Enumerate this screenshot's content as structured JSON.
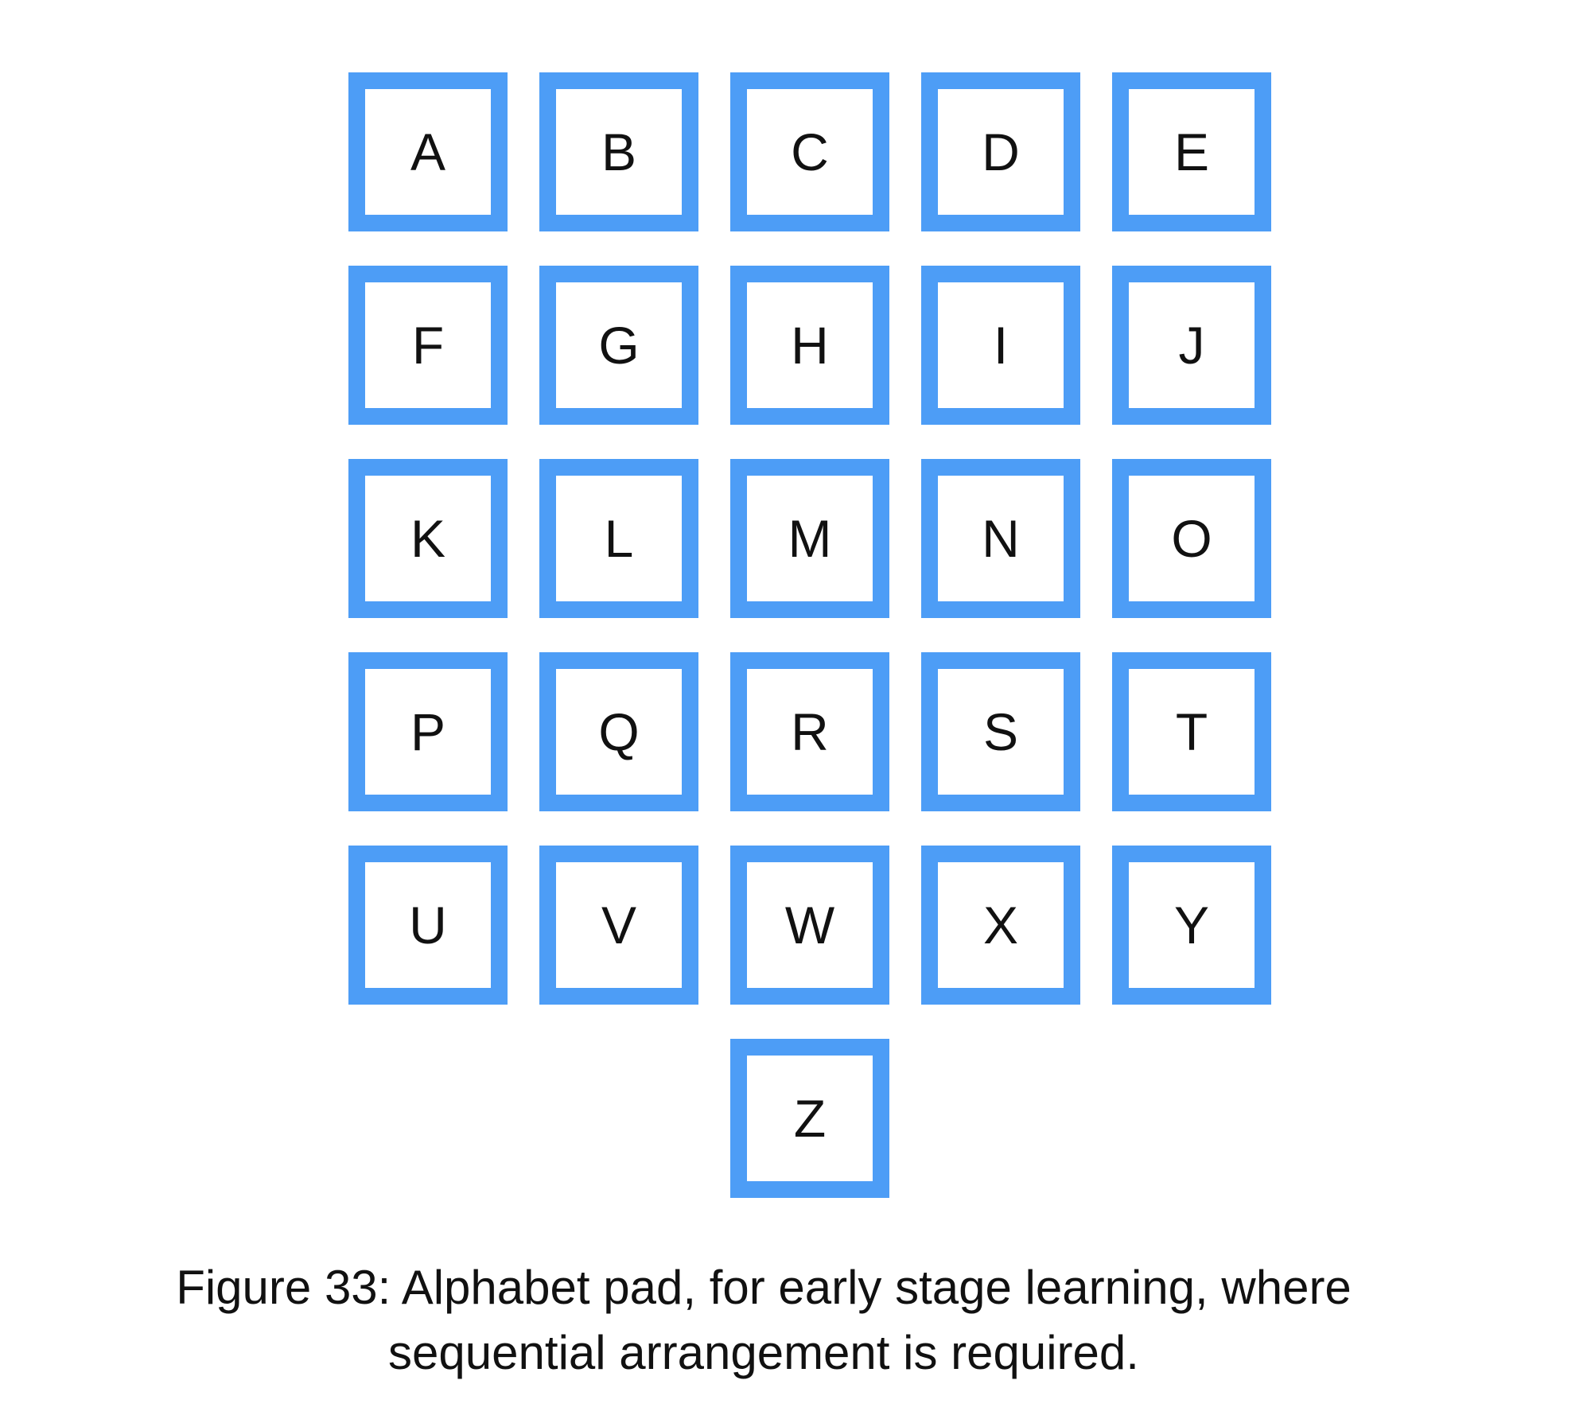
{
  "pad": {
    "accent_color": "#4d9df6",
    "keys": [
      "A",
      "B",
      "C",
      "D",
      "E",
      "F",
      "G",
      "H",
      "I",
      "J",
      "K",
      "L",
      "M",
      "N",
      "O",
      "P",
      "Q",
      "R",
      "S",
      "T",
      "U",
      "V",
      "W",
      "X",
      "Y",
      "Z"
    ]
  },
  "caption": {
    "line1": "Figure 33: Alphabet pad, for early stage learning, where",
    "line2": "sequential arrangement is required."
  }
}
